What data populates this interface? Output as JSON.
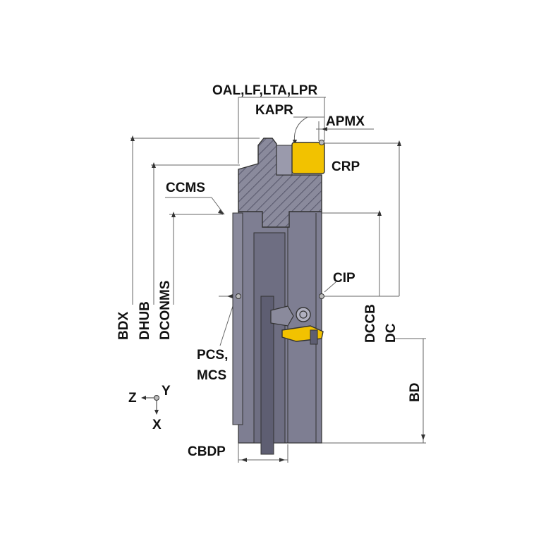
{
  "labels": {
    "oal": "OAL,LF,LTA,LPR",
    "kapr": "KAPR",
    "apmx": "APMX",
    "crp": "CRP",
    "ccms": "CCMS",
    "cip": "CIP",
    "bdx": "BDX",
    "dhub": "DHUB",
    "dconms": "DCONMS",
    "dccb": "DCCB",
    "dc": "DC",
    "bd": "BD",
    "pcs": "PCS,",
    "mcs": "MCS",
    "cbdp": "CBDP",
    "axis_z": "Z",
    "axis_y": "Y",
    "axis_x": "X"
  },
  "colors": {
    "body": "#7e7e92",
    "body_dark": "#5e5e72",
    "hatch": "#5a5a6e",
    "insert": "#f2c200",
    "outline": "#333333"
  }
}
